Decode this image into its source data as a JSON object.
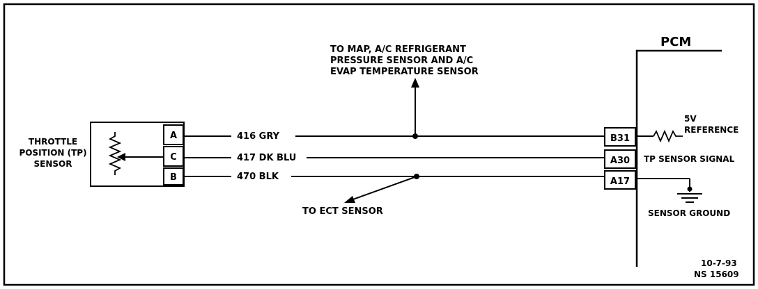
{
  "tp_sensor": {
    "label_lines": [
      "THROTTLE",
      "POSITION (TP)",
      "SENSOR"
    ],
    "pins": [
      "A",
      "C",
      "B"
    ]
  },
  "wires": {
    "w1": "416  GRY",
    "w2": "417 DK BLU",
    "w3": "470  BLK"
  },
  "to_map": {
    "lines": [
      "TO MAP, A/C REFRIGERANT",
      "PRESSURE SENSOR AND A/C",
      "EVAP TEMPERATURE SENSOR"
    ]
  },
  "to_ect": "TO ECT SENSOR",
  "pcm": {
    "title": "PCM",
    "pins": [
      "B31",
      "A30",
      "A17"
    ],
    "ref_lines": [
      "5V",
      "REFERENCE"
    ],
    "tp_signal": "TP SENSOR SIGNAL",
    "ground": "SENSOR GROUND"
  },
  "footer": [
    "10-7-93",
    "NS 15609"
  ]
}
